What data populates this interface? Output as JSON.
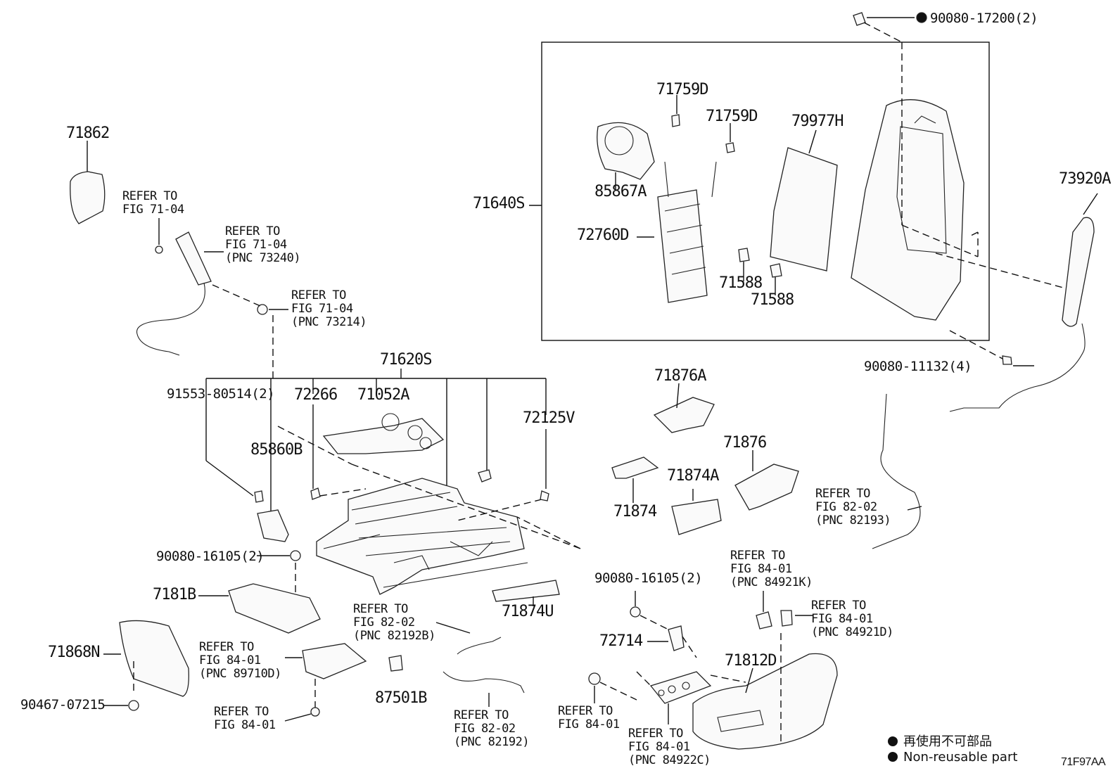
{
  "figure_code": "71F97AA",
  "legend": [
    {
      "symbol": "filled-circle",
      "text": "再使用不可部品"
    },
    {
      "symbol": "filled-circle",
      "text": "Non-reusable part"
    }
  ],
  "labels": {
    "p71862": "71862",
    "ref_71_04_a": "REFER TO\nFIG 71-04",
    "ref_73240": "REFER TO\nFIG 71-04\n(PNC 73240)",
    "ref_73214": "REFER TO\nFIG 71-04\n(PNC 73214)",
    "p71620s": "71620S",
    "p91553": "91553-80514(2)",
    "p72266": "72266",
    "p71052a": "71052A",
    "p72125v": "72125V",
    "p85860b": "85860B",
    "p90080_16105_a": "90080-16105(2)",
    "p7181b": "7181B",
    "p71868n": "71868N",
    "p90467": "90467-07215",
    "ref_89710d": "REFER TO\nFIG 84-01\n(PNC 89710D)",
    "ref_84_01_a": "REFER TO\nFIG 84-01",
    "p87501b": "87501B",
    "ref_82192b": "REFER TO\nFIG 82-02\n(PNC 82192B)",
    "ref_82192": "REFER TO\nFIG 82-02\n(PNC 82192)",
    "p71874u": "71874U",
    "p71640s": "71640S",
    "p71759d_a": "71759D",
    "p71759d_b": "71759D",
    "p79977h": "79977H",
    "p85867a": "85867A",
    "p72760d": "72760D",
    "p71588_a": "71588",
    "p71588_b": "71588",
    "p90080_17200": "90080-17200(2)",
    "p73920a": "73920A",
    "p90080_11132": "90080-11132(4)",
    "p71876a": "71876A",
    "p71876": "71876",
    "p71874a": "71874A",
    "p71874": "71874",
    "ref_82193": "REFER TO\nFIG 82-02\n(PNC 82193)",
    "ref_84921k": "REFER TO\nFIG 84-01\n(PNC 84921K)",
    "ref_84921d": "REFER TO\nFIG 84-01\n(PNC 84921D)",
    "p90080_16105_b": "90080-16105(2)",
    "p72714": "72714",
    "p71812d": "71812D",
    "ref_84_01_b": "REFER TO\nFIG 84-01",
    "ref_84922c": "REFER TO\nFIG 84-01\n(PNC 84922C)"
  }
}
